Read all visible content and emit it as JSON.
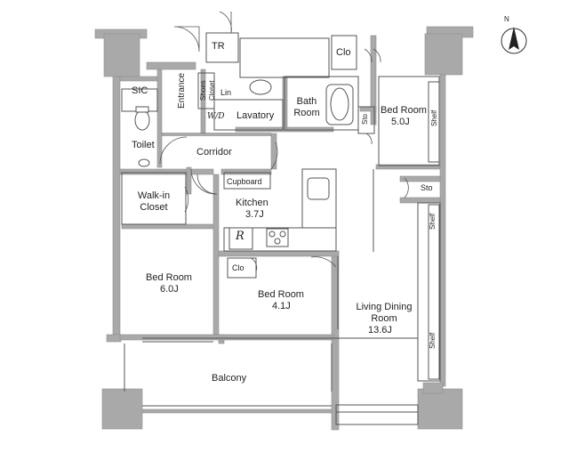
{
  "compass": {
    "north": "N"
  },
  "rooms": {
    "tr": "TR",
    "clo_top": "Clo",
    "sic": "SIC",
    "entrance": "Entrance",
    "shoes_closet": "Shoes Closet",
    "lin": "Lin",
    "wd": "W/D",
    "lavatory": "Lavatory",
    "bath": "Bath Room",
    "sto_top": "Sto",
    "bed_main": "Bed Room",
    "bed_main_size": "5.0J",
    "shelf_top": "Shelf",
    "toilet": "Toilet",
    "corridor": "Corridor",
    "cupboard": "Cupboard",
    "sto_mid": "Sto",
    "walkin": "Walk-in Closet",
    "kitchen": "Kitchen",
    "kitchen_size": "3.7J",
    "fridge": "R",
    "shelf_mid": "Shelf",
    "clo_mid": "Clo",
    "bed_left": "Bed Room",
    "bed_left_size": "6.0J",
    "bed_mid": "Bed Room",
    "bed_mid_size": "4.1J",
    "ldr": "Living Dining Room",
    "ldr_size": "13.6J",
    "shelf_low": "Shelf",
    "balcony": "Balcony"
  }
}
